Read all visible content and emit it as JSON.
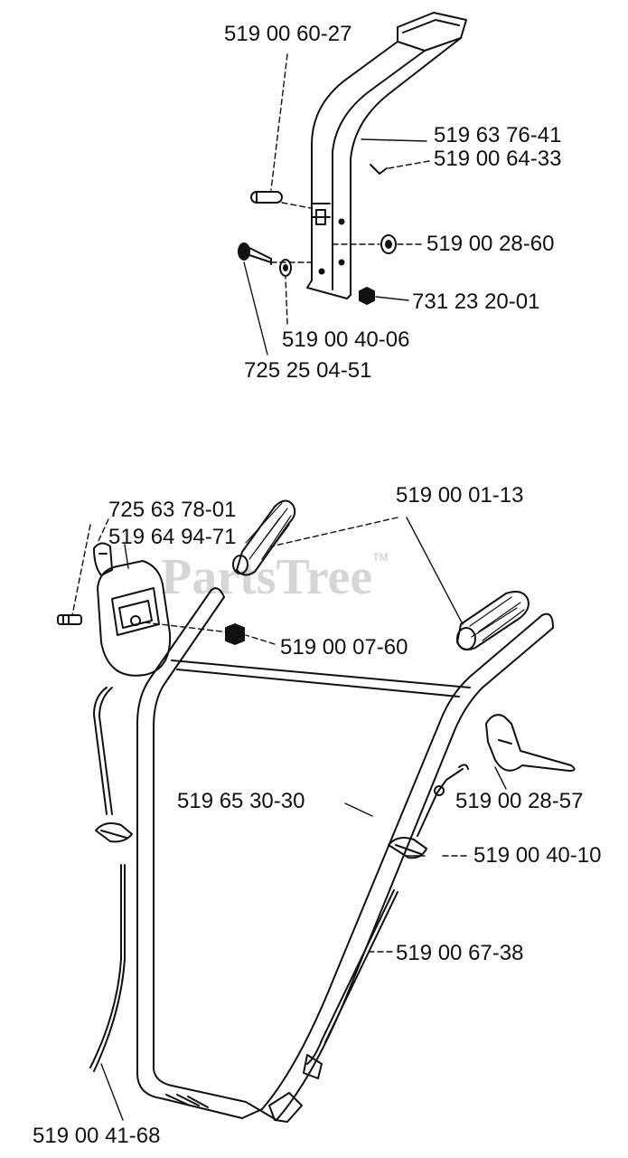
{
  "watermark": {
    "text": "PartsTree",
    "mark": "TM"
  },
  "upper_assembly": {
    "labels": {
      "pin": "519 00 60-27",
      "bracket": "519 63 76-41",
      "clip": "519 00 64-33",
      "washer_right": "519 00 28-60",
      "nut": "731 23 20-01",
      "washer_left": "519 00 40-06",
      "bolt": "725 25 04-51"
    }
  },
  "lower_assembly": {
    "labels": {
      "screw": "725 63 78-01",
      "control_box": "519 64 94-71",
      "grips": "519 00 01-13",
      "control_nut": "519 00 07-60",
      "handle": "519 65 30-30",
      "throttle_lever": "519 00 28-57",
      "cable_clip_right": "519 00 40-10",
      "cable_right": "519 00 67-38",
      "cable_left": "519 00 41-68"
    }
  },
  "colors": {
    "ink": "#111111",
    "watermark": "#d6d6d6"
  }
}
